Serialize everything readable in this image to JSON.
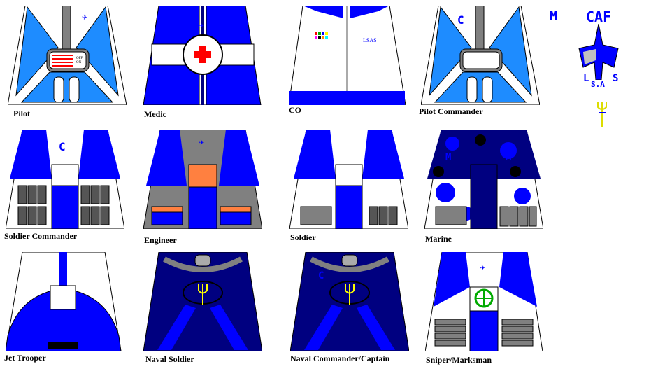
{
  "torsos": [
    {
      "label": "Pilot"
    },
    {
      "label": "Medic"
    },
    {
      "label": "CO"
    },
    {
      "label": "Pilot Commander"
    },
    {
      "label": "Soldier Commander"
    },
    {
      "label": "Engineer"
    },
    {
      "label": "Soldier"
    },
    {
      "label": "Marine"
    },
    {
      "label": "Jet Trooper"
    },
    {
      "label": "Naval Soldier"
    },
    {
      "label": "Naval Commander/Captain"
    },
    {
      "label": "Sniper/Marksman"
    }
  ],
  "marks": {
    "commander": "C",
    "marine": "M",
    "switch_off": "OFF",
    "switch_on": "ON",
    "co_badge": "LSAS"
  },
  "logo": {
    "marine_letter": "M",
    "title": "CAF",
    "left": "L",
    "right": "S",
    "bottom": "S.A"
  },
  "colors": {
    "blue": "#0000ff",
    "light_blue": "#1e8cff",
    "navy": "#000080",
    "grey": "#808080",
    "orange": "#ff8040",
    "red": "#ff0000",
    "gold": "#ffff00"
  }
}
